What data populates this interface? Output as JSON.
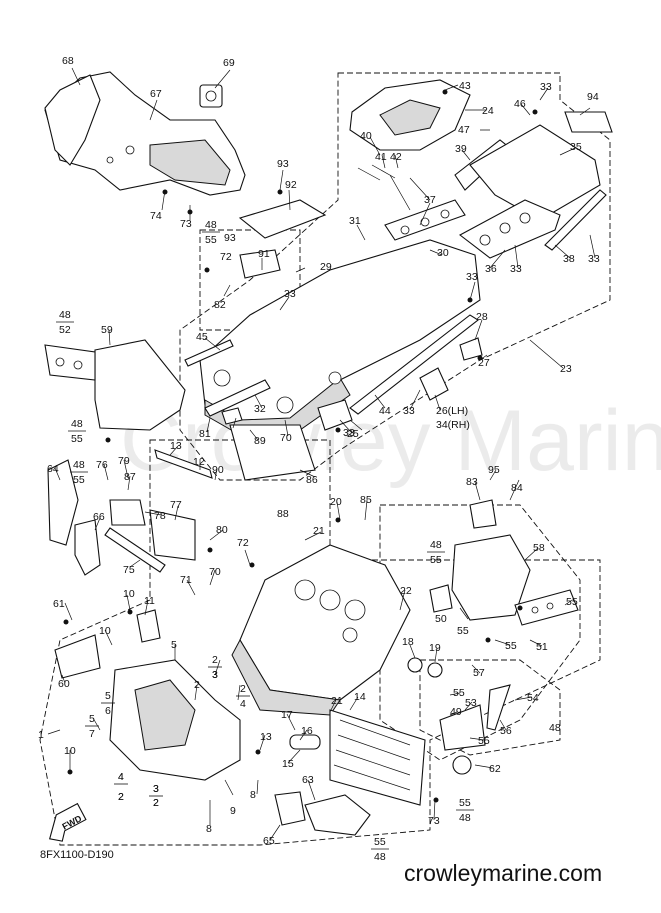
{
  "diagram_code": "8FX1100-D190",
  "website": "crowleymarine.com",
  "watermark": "Crowley Marine",
  "direction_label": "FWD",
  "callouts": {
    "c68": "68",
    "c67": "67",
    "c69": "69",
    "c74": "74",
    "c73a": "73",
    "c93a": "93",
    "c92": "92",
    "c93b": "93",
    "c91": "91",
    "c72a": "72",
    "c29": "29",
    "c82": "82",
    "c33a": "33",
    "c31": "31",
    "c37": "37",
    "c30": "30",
    "c43": "43",
    "c24": "24",
    "c40": "40",
    "c41": "41",
    "c42": "42",
    "c47": "47",
    "c46": "46",
    "c33b": "33",
    "c94": "94",
    "c39": "39",
    "c35": "35",
    "c36": "36",
    "c33c": "33",
    "c38": "38",
    "c33d": "33",
    "c33e": "33",
    "c28": "28",
    "c23": "23",
    "c27": "27",
    "c33f": "33",
    "c26": "26(LH)",
    "c34": "34(RH)",
    "c44": "44",
    "c33g": "33",
    "c25": "25",
    "c45": "45",
    "c32": "32",
    "c81": "81",
    "c89": "89",
    "c70a": "70",
    "c86": "86",
    "c59": "59",
    "c13a": "13",
    "c12": "12",
    "c90": "90",
    "c76": "76",
    "c79": "79",
    "c87": "87",
    "c64": "64",
    "c78": "78",
    "c66": "66",
    "c77": "77",
    "c80": "80",
    "c88": "88",
    "c75": "75",
    "c72b": "72",
    "c70b": "70",
    "c71": "71",
    "c21a": "21",
    "c20": "20",
    "c85": "85",
    "c95": "95",
    "c83": "83",
    "c84": "84",
    "c58": "58",
    "c22": "22",
    "c50": "50",
    "c55a": "55",
    "c55b": "55",
    "c51": "51",
    "c55c": "55",
    "c57": "57",
    "c18": "18",
    "c19": "19",
    "c55d": "55",
    "c53": "53",
    "c54": "54",
    "c49": "49",
    "c56": "56",
    "c48a": "48",
    "c55e": "55",
    "c14": "14",
    "c21b": "21",
    "c17": "17",
    "c16": "16",
    "c15": "15",
    "c62": "62",
    "c63": "63",
    "c65": "65",
    "c73b": "73",
    "c61": "61",
    "c60": "60",
    "c11": "11",
    "c10a": "10",
    "c10b": "10",
    "c10c": "10",
    "c5a": "5",
    "c2a": "2",
    "c3a": "3",
    "c1": "1",
    "c13b": "13",
    "c9": "9",
    "c8a": "8",
    "c8b": "8",
    "c4a": "4",
    "c2b": "2",
    "c3b": "3",
    "c2c": "2"
  },
  "fractions": {
    "f48a": {
      "top": "48",
      "bottom": "55"
    },
    "f48b": {
      "top": "48",
      "bottom": "52"
    },
    "f48c": {
      "top": "48",
      "bottom": "55"
    },
    "f48d": {
      "top": "48",
      "bottom": "55"
    },
    "f48e": {
      "top": "48",
      "bottom": "55"
    },
    "f55a": {
      "top": "55",
      "bottom": "48"
    },
    "f55b": {
      "top": "55",
      "bottom": "48"
    },
    "f5b": {
      "top": "5",
      "bottom": "6"
    },
    "f5c": {
      "top": "5",
      "bottom": "7"
    },
    "f2d": {
      "top": "2",
      "bottom": "3"
    },
    "f2e": {
      "top": "2",
      "bottom": "4"
    },
    "f4b": {
      "top": "4",
      "bottom": "2"
    },
    "f3c": {
      "top": "3",
      "bottom": "2"
    }
  }
}
